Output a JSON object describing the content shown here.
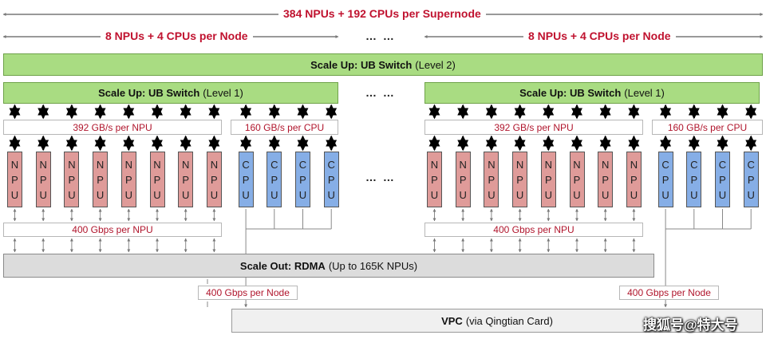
{
  "header": {
    "supernode": "384 NPUs + 192 CPUs per Supernode",
    "node_left": "8 NPUs + 4 CPUs per Node",
    "node_right": "8 NPUs + 4 CPUs per Node",
    "dots": "… …"
  },
  "level2": {
    "bold": "Scale Up: UB Switch",
    "rest": "(Level 2)"
  },
  "level1": {
    "bold": "Scale Up: UB Switch",
    "rest": "(Level 1)"
  },
  "labels": {
    "npu_bw": "392 GB/s per NPU",
    "cpu_bw": "160 GB/s per CPU",
    "npu_net": "400 Gbps per NPU",
    "node_net": "400 Gbps per Node"
  },
  "chips": {
    "npu": [
      "N",
      "P",
      "U"
    ],
    "cpu": [
      "C",
      "P",
      "U"
    ]
  },
  "scale_out": {
    "bold": "Scale Out: RDMA",
    "rest": "(Up to 165K NPUs)"
  },
  "vpc": {
    "bold": "VPC",
    "rest": "(via Qingtian Card)"
  },
  "watermark": "搜狐号@特大号",
  "colors": {
    "accent_red": "#c0122f",
    "switch_green": "#a9dc82",
    "npu_red": "#df9b99",
    "cpu_blue": "#86aee6"
  }
}
